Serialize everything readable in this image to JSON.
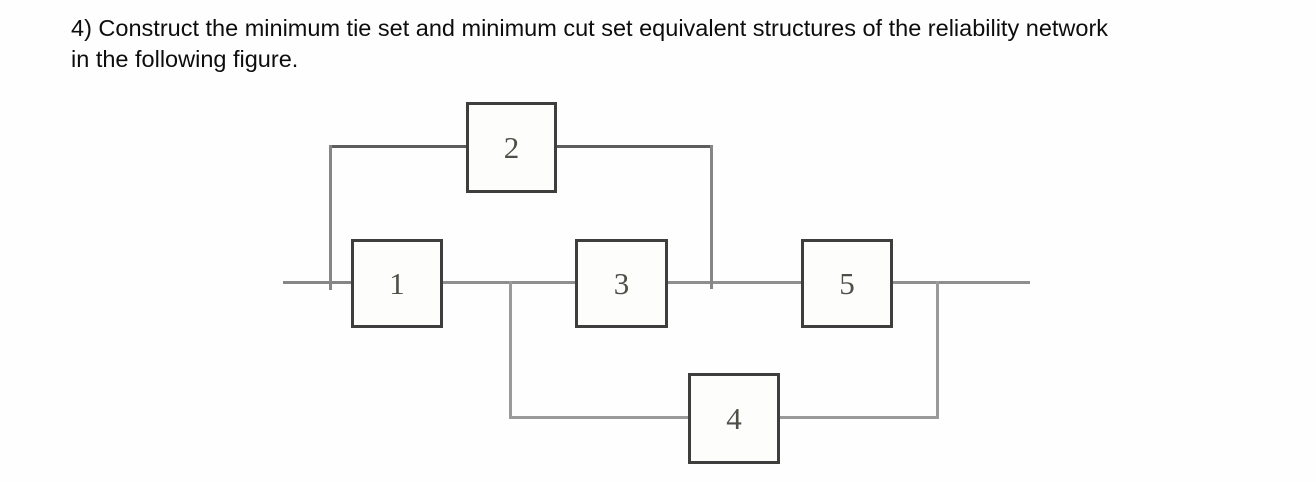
{
  "question": {
    "line1": "4) Construct the minimum tie set and minimum cut set equivalent structures of the reliability network",
    "line2": "in the following figure."
  },
  "diagram": {
    "type": "reliability-block-diagram",
    "blocks": [
      {
        "id": "1",
        "label": "1",
        "position": "main line, first in series"
      },
      {
        "id": "2",
        "label": "2",
        "position": "upper parallel branch"
      },
      {
        "id": "3",
        "label": "3",
        "position": "main line, second in series"
      },
      {
        "id": "4",
        "label": "4",
        "position": "lower parallel branch"
      },
      {
        "id": "5",
        "label": "5",
        "position": "main line, third in series"
      }
    ],
    "topology": {
      "main_path": [
        "1",
        "3",
        "5"
      ],
      "parallel_branches": [
        {
          "block": "2",
          "taps": "before block 1",
          "rejoins": "after block 3, before block 5"
        },
        {
          "block": "4",
          "taps": "after block 1, before block 3",
          "rejoins": "after block 5"
        }
      ]
    },
    "colors": {
      "block_border": "#3e3e3e",
      "block_label": "#4f4f48",
      "wire_main": "#8f8f8f",
      "wire_branch2": "#5d5d5d",
      "text": "#0d0d0d",
      "background": "#fefefe"
    }
  }
}
